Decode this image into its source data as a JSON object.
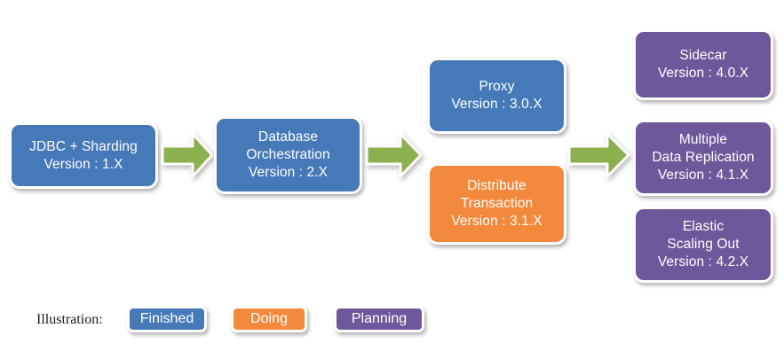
{
  "diagram": {
    "type": "roadmap-flow",
    "background": "#ffffff",
    "colors": {
      "finished": "#4579B8",
      "doing": "#F3893D",
      "planning": "#6F579B",
      "arrow": "#8CB04E",
      "border": "#ffffff"
    },
    "nodes": [
      {
        "id": "jdbc-sharding",
        "status": "finished",
        "title": "JDBC + Sharding",
        "version": "Version : 1.X"
      },
      {
        "id": "database-orchestration",
        "status": "finished",
        "title_line1": "Database",
        "title_line2": "Orchestration",
        "version": "Version : 2.X"
      },
      {
        "id": "proxy",
        "status": "finished",
        "title": "Proxy",
        "version": "Version : 3.0.X"
      },
      {
        "id": "distribute-transaction",
        "status": "doing",
        "title_line1": "Distribute",
        "title_line2": "Transaction",
        "version": "Version : 3.1.X"
      },
      {
        "id": "sidecar",
        "status": "planning",
        "title": "Sidecar",
        "version": "Version : 4.0.X"
      },
      {
        "id": "multiple-data-replication",
        "status": "planning",
        "title_line1": "Multiple",
        "title_line2": "Data Replication",
        "version": "Version : 4.1.X"
      },
      {
        "id": "elastic-scaling-out",
        "status": "planning",
        "title_line1": "Elastic",
        "title_line2": "Scaling Out",
        "version": "Version : 4.2.X"
      }
    ],
    "arrows": [
      {
        "id": "arrow-1",
        "from": "jdbc-sharding",
        "to": "database-orchestration"
      },
      {
        "id": "arrow-2",
        "from": "database-orchestration",
        "to": "proxy-and-distribute-transaction"
      },
      {
        "id": "arrow-3",
        "from": "proxy-and-distribute-transaction",
        "to": "planning-group"
      }
    ]
  },
  "legend": {
    "label": "Illustration:",
    "items": [
      {
        "id": "finished",
        "label": "Finished",
        "color": "#4579B8"
      },
      {
        "id": "doing",
        "label": "Doing",
        "color": "#F3893D"
      },
      {
        "id": "planning",
        "label": "Planning",
        "color": "#6F579B"
      }
    ]
  }
}
